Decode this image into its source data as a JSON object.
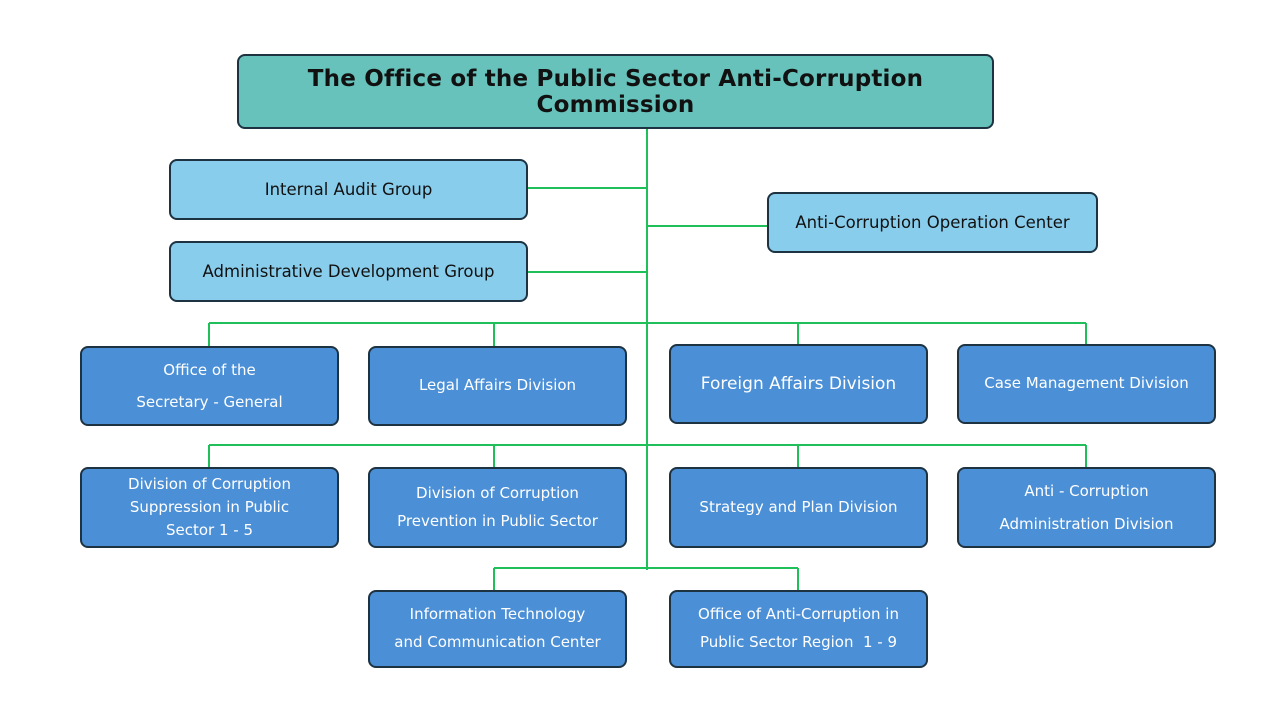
{
  "title": "The Office of the Public Sector Anti-Corruption Commission",
  "staff_units": {
    "internal_audit": "Internal Audit Group",
    "admin_development": "Administrative Development Group",
    "operation_center": "Anti-Corruption Operation Center"
  },
  "divisions": {
    "row1": [
      {
        "line1": "Office of the",
        "line2": "Secretary - General"
      },
      {
        "line1": "Legal Affairs Division"
      },
      {
        "line1": "Foreign Affairs Division"
      },
      {
        "line1": "Case Management Division"
      }
    ],
    "row2": [
      {
        "line1": "Division of Corruption",
        "line2": "Suppression in Public",
        "line3": "Sector 1 - 5"
      },
      {
        "line1": "Division of Corruption",
        "line2": "Prevention in Public Sector"
      },
      {
        "line1": "Strategy and Plan Division"
      },
      {
        "line1": "Anti - Corruption",
        "line2": "Administration Division"
      }
    ],
    "row3": [
      {
        "line1": "Information Technology",
        "line2": "and Communication Center"
      },
      {
        "line1": "Office of Anti-Corruption in",
        "line2": "Public Sector Region  1 - 9"
      }
    ]
  },
  "colors": {
    "top_box": "#67c2bc",
    "staff_box": "#89cdec",
    "division_box": "#4b8fd6",
    "connector": "#1fbf5a",
    "border": "#1e3342"
  }
}
